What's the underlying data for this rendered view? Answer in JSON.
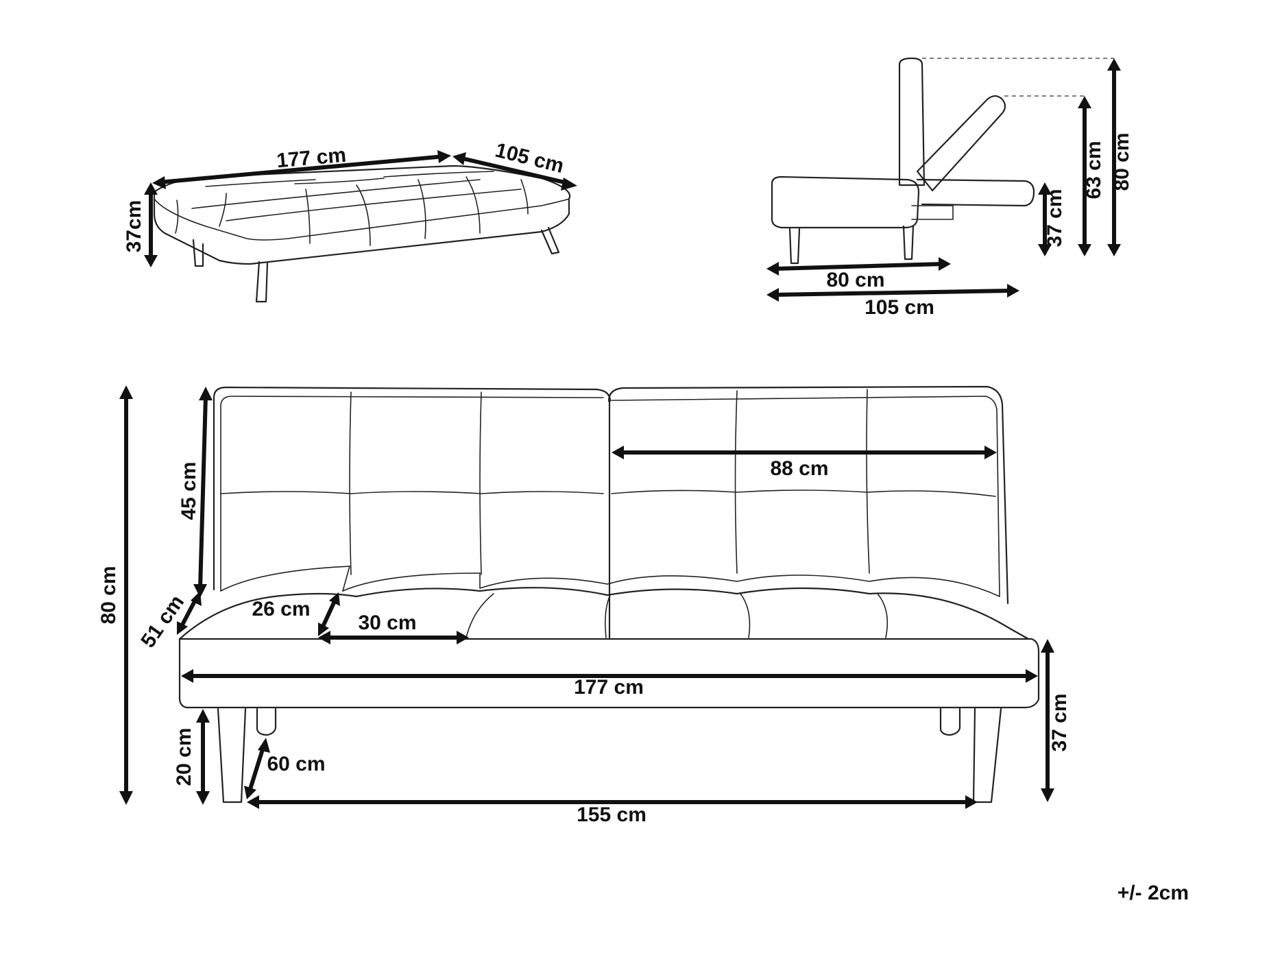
{
  "colors": {
    "line": "#222222",
    "dimension": "#111111",
    "background": "#ffffff"
  },
  "top_view": {
    "length_label": "177 cm",
    "depth_label": "105 cm",
    "height_label": "37cm"
  },
  "side_view": {
    "seat_depth_label": "80 cm",
    "bed_depth_label": "105 cm",
    "seat_height_label": "37 cm",
    "recline_height_label": "63 cm",
    "total_height_label": "80 cm"
  },
  "front_view": {
    "total_height_label": "80 cm",
    "backrest_height_label": "45 cm",
    "seat_depth_label": "51 cm",
    "cushion_height_label": "26 cm",
    "cushion_width_label": "30 cm",
    "backrest_width_label": "88 cm",
    "total_width_label": "177 cm",
    "seat_height_label": "37 cm",
    "leg_height_label": "20 cm",
    "leg_depth_label": "60 cm",
    "leg_span_label": "155 cm"
  },
  "tolerance_label": "+/- 2cm"
}
